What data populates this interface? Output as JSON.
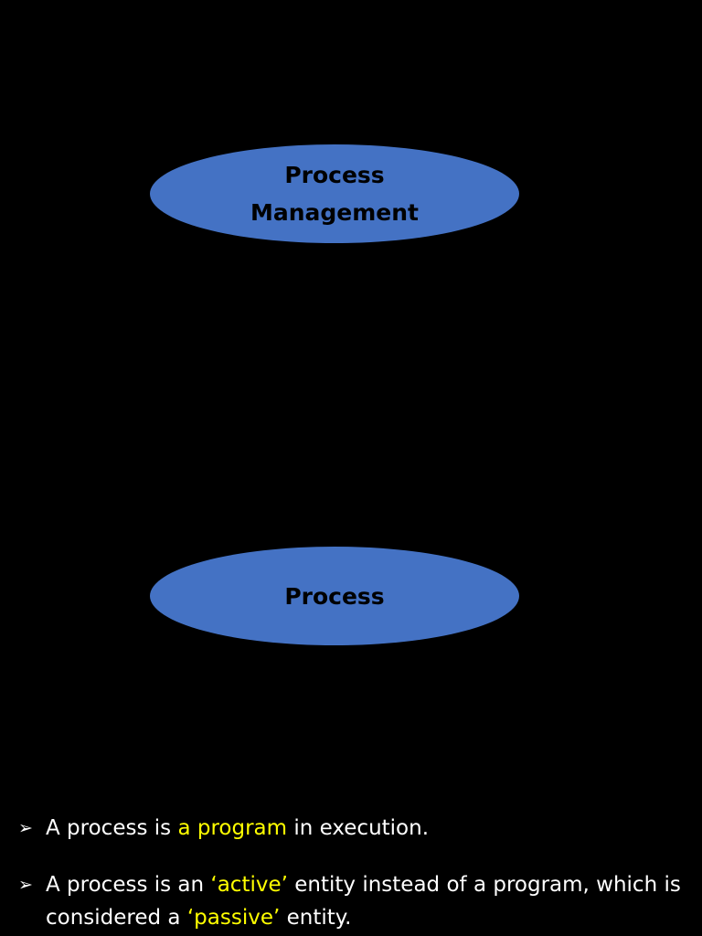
{
  "slide": {
    "background_color": "#000000",
    "shape_fill_color": "#4472C4",
    "shape_text_color": "#000000",
    "body_text_color": "#FFFFFF",
    "highlight_color": "#FFFF00"
  },
  "shapes": [
    {
      "name": "process-management-ellipse",
      "lines": [
        "Process",
        "Management"
      ]
    },
    {
      "name": "process-ellipse",
      "lines": [
        "Process"
      ]
    }
  ],
  "bullets": [
    {
      "marker": "➢",
      "marker_icon": "arrow-bullet-icon",
      "segments": [
        {
          "text": "A process is ",
          "highlight": false
        },
        {
          "text": "a program",
          "highlight": true
        },
        {
          "text": " in execution.",
          "highlight": false
        }
      ]
    },
    {
      "marker": "➢",
      "marker_icon": "arrow-bullet-icon",
      "segments": [
        {
          "text": "A process is an ",
          "highlight": false
        },
        {
          "text": "‘active’",
          "highlight": true
        },
        {
          "text": " entity instead of a program, which is considered a ",
          "highlight": false
        },
        {
          "text": "‘passive’",
          "highlight": true
        },
        {
          "text": " entity.",
          "highlight": false
        }
      ]
    }
  ]
}
